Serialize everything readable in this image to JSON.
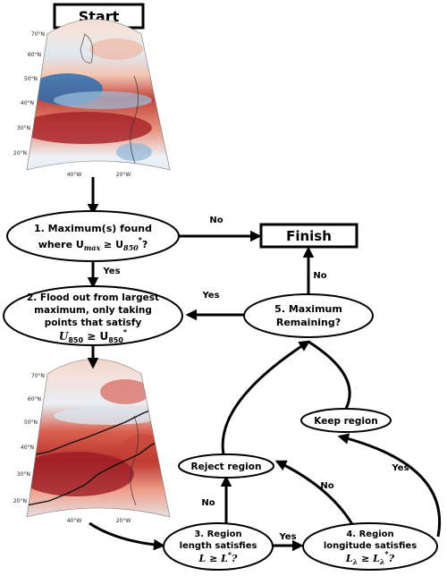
{
  "nodes": {
    "start": "Start",
    "finish": "Finish",
    "step1_line1": "1. Maximum(s) found",
    "step1_line2": "where U",
    "step1_sub_max": "max",
    "step1_geq": " ≥ U",
    "step1_sub_850": "850",
    "step1_sup": "*",
    "step1_q": "?",
    "step2_line1": "2. Flood out from largest",
    "step2_line2": "maximum, only taking",
    "step2_line3": "points that satisfy",
    "step2_line4a": "U",
    "step2_line4_sub": "850",
    "step2_line4b": " ≥ U",
    "step2_line4_sub2": "850",
    "step2_line4_sup": "*",
    "step5_line1": "5. Maximum",
    "step5_line2": "Remaining?",
    "keep": "Keep region",
    "reject": "Reject region",
    "step3_line1": "3. Region",
    "step3_line2": "length satisfies",
    "step3_line3": "L ≥ L",
    "step3_sup": "*",
    "step3_q": "?",
    "step4_line1": "4. Region",
    "step4_line2": "longitude satisfies",
    "step4_L": "L",
    "step4_sub": "λ",
    "step4_geq": " ≥ L",
    "step4_sub2": "λ",
    "step4_sup": "*",
    "step4_q": "?"
  },
  "edge_labels": {
    "s1_finish": "No",
    "s1_s2": "Yes",
    "s5_s2": "Yes",
    "s5_finish": "No",
    "s3_reject": "No",
    "s3_s4": "Yes",
    "s4_reject": "No",
    "s4_keep": "Yes"
  },
  "maps": {
    "lat_ticks": [
      "70°N",
      "60°N",
      "50°N",
      "40°N",
      "30°N",
      "20°N"
    ],
    "lon_ticks": [
      "40°W",
      "20°W"
    ]
  }
}
